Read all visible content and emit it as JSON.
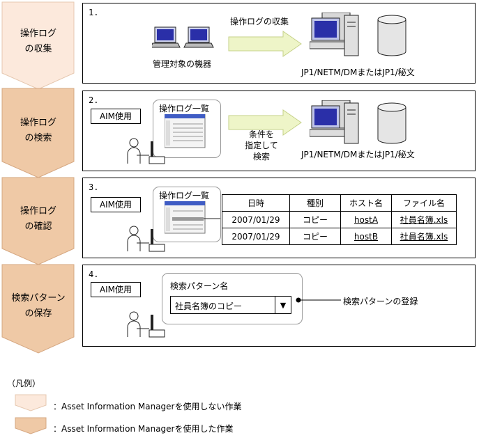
{
  "steps": [
    {
      "number": "1.",
      "label": "操作ログ\nの収集",
      "color": "#fce9dc"
    },
    {
      "number": "2.",
      "label": "操作ログ\nの検索",
      "color": "#efc9a6"
    },
    {
      "number": "3.",
      "label": "操作ログ\nの確認",
      "color": "#efc9a6"
    },
    {
      "number": "4.",
      "label": "検索パターン\nの保存",
      "color": "#efc9a6"
    }
  ],
  "step1": {
    "arrow_label": "操作ログの収集",
    "devices_caption": "管理対象の機器",
    "server_caption": "JP1/NETM/DMまたはJP1/秘文"
  },
  "step2": {
    "aim_label": "AIM使用",
    "window_title": "操作ログ一覧",
    "arrow_label": "条件を\n指定して\n検索",
    "server_caption": "JP1/NETM/DMまたはJP1/秘文"
  },
  "step3": {
    "aim_label": "AIM使用",
    "window_title": "操作ログ一覧",
    "table": {
      "headers": [
        "日時",
        "種別",
        "ホスト名",
        "ファイル名"
      ],
      "rows": [
        [
          "2007/01/29",
          "コピー",
          "hostA",
          "社員名簿.xls"
        ],
        [
          "2007/01/29",
          "コピー",
          "hostB",
          "社員名簿.xls"
        ]
      ]
    }
  },
  "step4": {
    "aim_label": "AIM使用",
    "pattern_title": "検索パターン名",
    "pattern_value": "社員名簿のコピー",
    "register_label": "検索パターンの登録"
  },
  "legend": {
    "title": "（凡例）",
    "items": [
      {
        "text": "：Asset Information Managerを使用しない作業",
        "color": "#fce9dc"
      },
      {
        "text": "：Asset Information Managerを使用した作業",
        "color": "#efc9a6"
      }
    ]
  }
}
